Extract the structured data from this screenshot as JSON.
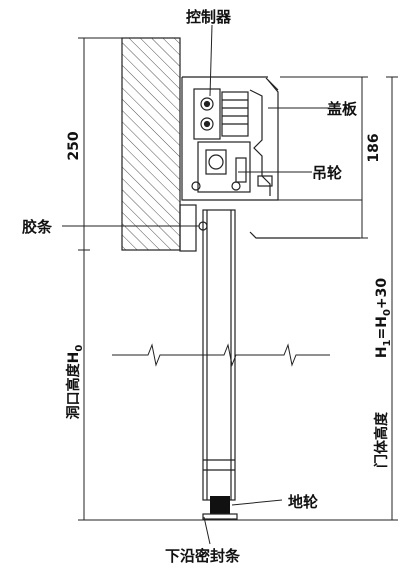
{
  "labels": {
    "controller": "控制器",
    "cover_plate": "盖板",
    "hanging_wheel": "吊轮",
    "rubber_strip": "胶条",
    "ground_wheel": "地轮",
    "bottom_seal": "下沿密封条"
  },
  "dimensions": {
    "top_height": "250",
    "box_height": "186",
    "opening_height_main": "洞口高度H",
    "opening_height_sub": "0",
    "door_formula_h": "H",
    "door_formula_h_sub": "1",
    "door_formula_eq": "=H",
    "door_formula_h0_sub": "0",
    "door_formula_tail": "+30",
    "door_body_height": "门体高度"
  }
}
